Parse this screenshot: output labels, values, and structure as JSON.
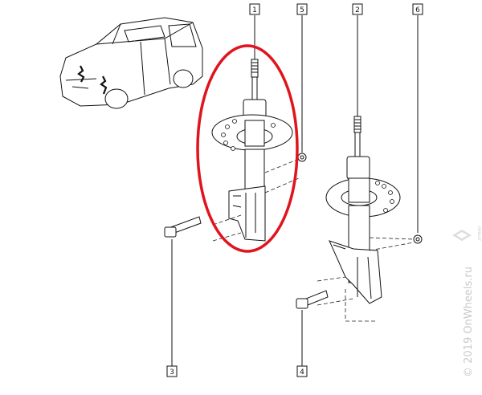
{
  "diagram": {
    "callouts": [
      {
        "id": "callout-1",
        "label": "1"
      },
      {
        "id": "callout-5",
        "label": "5"
      },
      {
        "id": "callout-2",
        "label": "2"
      },
      {
        "id": "callout-6",
        "label": "6"
      },
      {
        "id": "callout-3",
        "label": "3"
      },
      {
        "id": "callout-4",
        "label": "4"
      }
    ],
    "highlight_color": "#e0141e"
  },
  "watermark": {
    "text": "© 2019 OnWheels.ru",
    "brand": "RENAULT"
  }
}
